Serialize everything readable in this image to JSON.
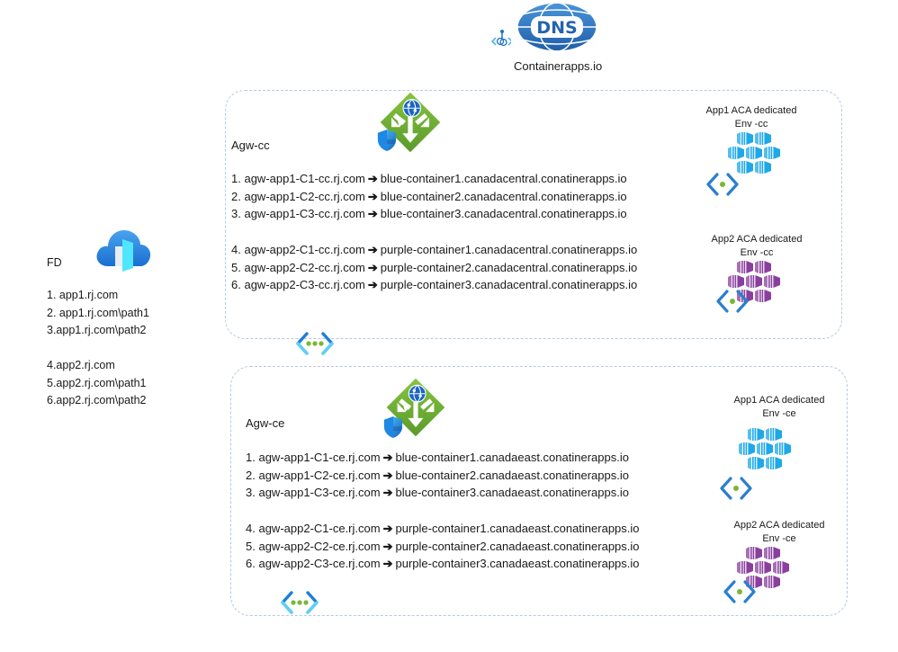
{
  "dns": {
    "icon_text": "DNS",
    "label": "Containerapps.io"
  },
  "front_door": {
    "title": "FD",
    "routes_group1": [
      "1. app1.rj.com",
      "2. app1.rj.com\\path1",
      "3.app1.rj.com\\path2"
    ],
    "routes_group2": [
      "4.app2.rj.com",
      "5.app2.rj.com\\path1",
      "6.app2.rj.com\\path2"
    ]
  },
  "agw_cc": {
    "title": "Agw-cc",
    "routes_group1": [
      {
        "num": "1.",
        "from": "agw-app1-C1-cc.rj.com",
        "to": "blue-container1.canadacentral.conatinerapps.io"
      },
      {
        "num": "2.",
        "from": "agw-app1-C2-cc.rj.com",
        "to": "blue-container2.canadacentral.conatinerapps.io"
      },
      {
        "num": "3.",
        "from": "agw-app1-C3-cc.rj.com",
        "to": "blue-container3.canadacentral.conatinerapps.io"
      }
    ],
    "routes_group2": [
      {
        "num": "4.",
        "from": "agw-app2-C1-cc.rj.com",
        "to": "purple-container1.canadacentral.conatinerapps.io"
      },
      {
        "num": "5.",
        "from": "agw-app2-C2-cc.rj.com",
        "to": "purple-container2.canadacentral.conatinerapps.io"
      },
      {
        "num": "6.",
        "from": "agw-app2-C3-cc.rj.com",
        "to": "purple-container3.canadacentral.conatinerapps.io"
      }
    ],
    "env1": {
      "line1": "App1 ACA  dedicated",
      "line2": "Env -cc"
    },
    "env2": {
      "line1": "App2 ACA  dedicated",
      "line2": "Env -cc"
    }
  },
  "agw_ce": {
    "title": "Agw-ce",
    "routes_group1": [
      {
        "num": "1.",
        "from": "agw-app1-C1-ce.rj.com",
        "to": "blue-container1.canadaeast.conatinerapps.io"
      },
      {
        "num": "2.",
        "from": "agw-app1-C2-ce.rj.com",
        "to": "blue-container2.canadaeast.conatinerapps.io"
      },
      {
        "num": "3.",
        "from": "agw-app1-C3-ce.rj.com",
        "to": "blue-container3.canadaeast.conatinerapps.io"
      }
    ],
    "routes_group2": [
      {
        "num": "4.",
        "from": "agw-app2-C1-ce.rj.com",
        "to": "purple-container1.canadaeast.conatinerapps.io"
      },
      {
        "num": "5.",
        "from": "agw-app2-C2-ce.rj.com",
        "to": "purple-container2.canadaeast.conatinerapps.io"
      },
      {
        "num": "6.",
        "from": "agw-app2-C3-ce.rj.com",
        "to": "purple-container3.canadaeast.conatinerapps.io"
      }
    ],
    "env1": {
      "line1": "App1 ACA  dedicated",
      "line2": "Env -ce"
    },
    "env2": {
      "line1": "App2 ACA  dedicated",
      "line2": "Env -ce"
    }
  },
  "arrow_glyph": "➔",
  "colors": {
    "box_border": "#b7c9dc",
    "agw_green": "#6aa832",
    "aca_blue": "#1ea8e8",
    "aca_purple": "#8a3f9e",
    "vnet_blue": "#2a7fcf",
    "vnet_dot_green": "#78b833",
    "dns_blue": "#2f7cc7"
  }
}
